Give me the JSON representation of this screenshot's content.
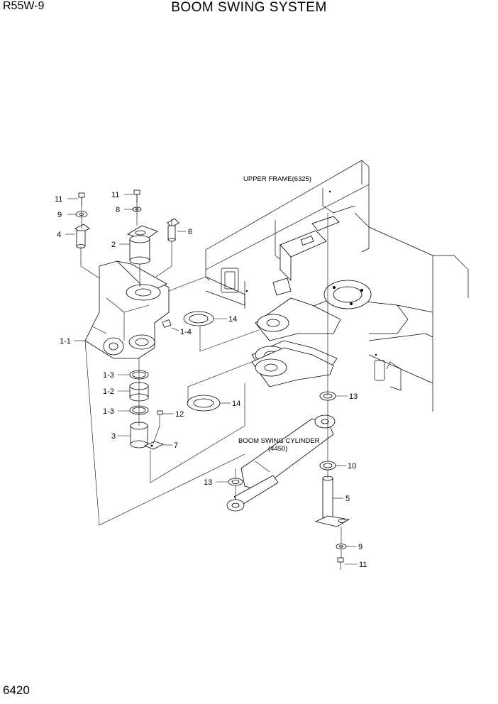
{
  "header": {
    "model_code": "R55W-9",
    "title": "BOOM SWING SYSTEM"
  },
  "footer": {
    "page_number": "6420"
  },
  "annotations": {
    "upper_frame": "UPPER FRAME(6325)",
    "cylinder_line1": "BOOM SWING CYLINDER",
    "cylinder_line2": "(4450)"
  },
  "callouts": {
    "bolt_left": "11",
    "washer_left": "9",
    "pin_4": "4",
    "bolt_center": "11",
    "washer_8": "8",
    "pin_6": "6",
    "pin_2": "2",
    "bracket": "1-1",
    "fitting": "1-4",
    "shim_upper": "14",
    "bushing_upper": "1-3",
    "bushing_mid": "1-2",
    "bushing_lower": "1-3",
    "bolt_12": "12",
    "pin_3": "3",
    "plate_7": "7",
    "shim_lower": "14",
    "bushing_13_right": "13",
    "bushing_10": "10",
    "bushing_13_left": "13",
    "pin_5": "5",
    "washer_right": "9",
    "bolt_right": "11"
  }
}
